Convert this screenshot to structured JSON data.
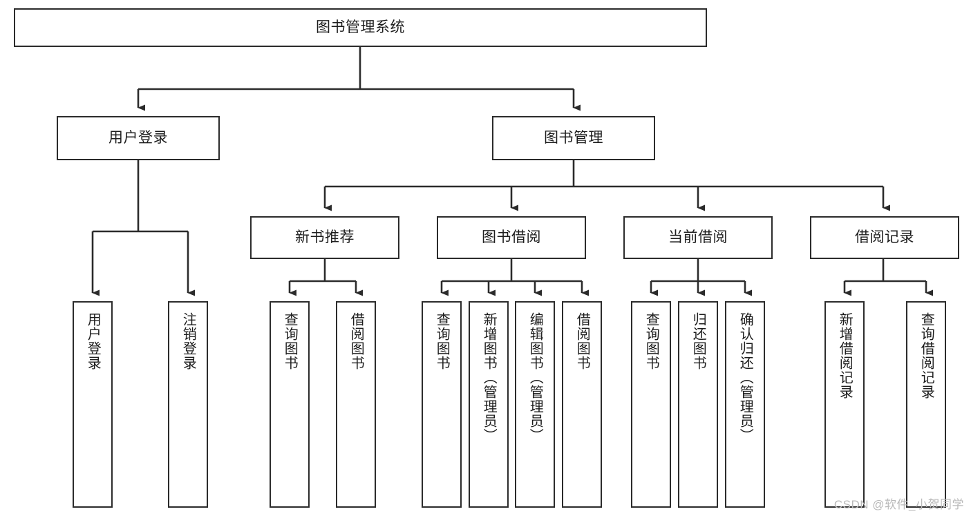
{
  "diagram": {
    "type": "tree",
    "title": "图书管理系统",
    "orientation": "top-down",
    "colors": {
      "node_border": "#2b2b2b",
      "node_fill": "#ffffff",
      "edge": "#2b2b2b",
      "text": "#1d1d1d",
      "watermark": "#b9b9b9",
      "background": "#ffffff"
    },
    "levels": {
      "root": "图书管理系统",
      "level2": [
        "用户登录",
        "图书管理"
      ],
      "level3": [
        "新书推荐",
        "图书借阅",
        "当前借阅",
        "借阅记录"
      ],
      "level4_groups": [
        {
          "parent": "用户登录",
          "leaves": [
            "用户登录",
            "注销登录"
          ]
        },
        {
          "parent": "新书推荐",
          "leaves": [
            "查询图书",
            "借阅图书"
          ]
        },
        {
          "parent": "图书借阅",
          "leaves": [
            "查询图书",
            "新增图书（管理员）",
            "编辑图书（管理员）",
            "借阅图书"
          ]
        },
        {
          "parent": "当前借阅",
          "leaves": [
            "查询图书",
            "归还图书",
            "确认归还（管理员）"
          ]
        },
        {
          "parent": "借阅记录",
          "leaves": [
            "新增借阅记录",
            "查询借阅记录"
          ]
        }
      ]
    }
  },
  "nodes": {
    "root": {
      "label": "图书管理系统"
    },
    "user_login": {
      "label": "用户登录"
    },
    "book_manage": {
      "label": "图书管理"
    },
    "new_book_rec": {
      "label": "新书推荐"
    },
    "book_borrow": {
      "label": "图书借阅"
    },
    "current_borrow": {
      "label": "当前借阅"
    },
    "borrow_record": {
      "label": "借阅记录"
    },
    "leaf_user_login": {
      "label": "用户登录"
    },
    "leaf_logout": {
      "label": "注销登录"
    },
    "leaf_query_book_a": {
      "label": "查询图书"
    },
    "leaf_borrow_book_a": {
      "label": "借阅图书"
    },
    "leaf_query_book_b": {
      "label": "查询图书"
    },
    "leaf_add_book": {
      "label": "新增图书（管理员）"
    },
    "leaf_edit_book": {
      "label": "编辑图书（管理员）"
    },
    "leaf_borrow_book_b": {
      "label": "借阅图书"
    },
    "leaf_query_book_c": {
      "label": "查询图书"
    },
    "leaf_return_book": {
      "label": "归还图书"
    },
    "leaf_confirm_return": {
      "label": "确认归还（管理员）"
    },
    "leaf_add_record": {
      "label": "新增借阅记录"
    },
    "leaf_query_record": {
      "label": "查询借阅记录"
    }
  },
  "watermark": {
    "text": "CSDN @软件_小贺同学"
  }
}
